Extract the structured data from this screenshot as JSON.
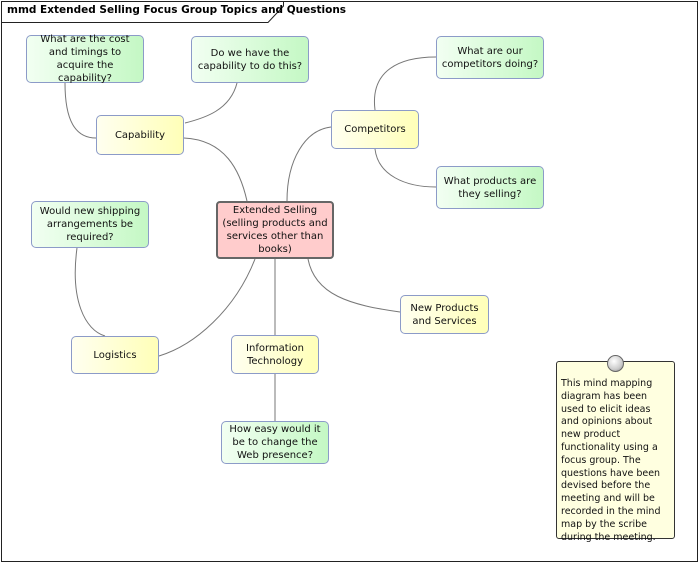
{
  "diagram": {
    "title": "mmd Extended Selling Focus Group Topics and Questions"
  },
  "nodes": {
    "central": "Extended Selling (selling products and services other than books)",
    "capability": "Capability",
    "competitors": "Competitors",
    "logistics": "Logistics",
    "info_tech": "Information Technology",
    "new_products": "New Products and Services",
    "q_cost": "What are the cost and timings to acquire the capability?",
    "q_capability": "Do we have the capability to do this?",
    "q_competitors": "What are our competitors doing?",
    "q_products": "What products are they selling?",
    "q_shipping": "Would new shipping arrangements be required?",
    "q_web": "How easy would it be to change the Web presence?"
  },
  "note": {
    "text": "This mind mapping diagram has been used to elicit ideas and opinions about new product functionality using a focus group. The questions have been devised before the meeting and will be recorded in the mind map by the scribe during the meeting."
  }
}
